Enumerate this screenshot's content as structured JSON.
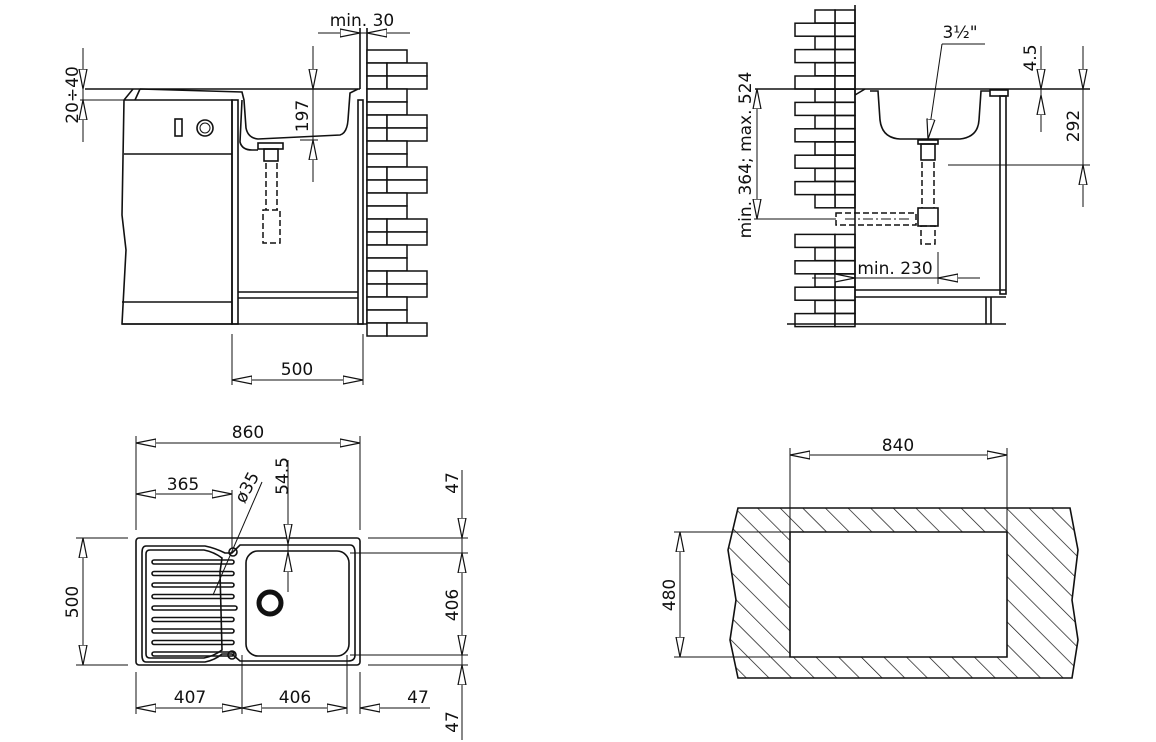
{
  "side_view_left": {
    "dim_overhang": "20÷40",
    "dim_wall_gap": "min. 30",
    "dim_bowl_depth": "197",
    "dim_cabinet_width": "500"
  },
  "side_view_right": {
    "dim_waste": "3½\"",
    "dim_rim": "4.5",
    "dim_depth": "292",
    "dim_outlet_height": "min. 364; max. 524",
    "dim_outlet_clearance": "min. 230"
  },
  "top_view": {
    "dim_total_width": "860",
    "dim_tap_hole_x": "365",
    "dim_tap_hole_dia": "ø35",
    "dim_tap_hole_y": "54.5",
    "dim_total_depth": "500",
    "dim_top_margin": "47",
    "dim_bowl_depth": "406",
    "dim_bottom_margin": "47",
    "dim_drainer_width": "407",
    "dim_bowl_width": "406",
    "dim_right_margin": "47"
  },
  "cutout_view": {
    "dim_cutout_width": "840",
    "dim_cutout_depth": "480"
  }
}
